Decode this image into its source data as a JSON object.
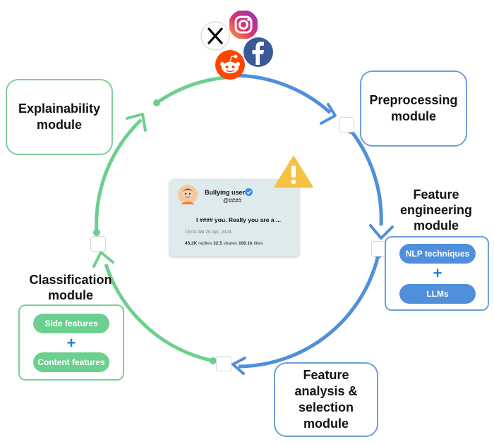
{
  "modules": {
    "explainability": [
      "Explainability",
      "module"
    ],
    "preprocessing": [
      "Preprocessing",
      "module"
    ],
    "feature_engineering": [
      "Feature",
      "engineering",
      "module"
    ],
    "feature_analysis": [
      "Feature",
      "analysis &",
      "selection",
      "module"
    ],
    "classification": [
      "Classification",
      "module"
    ]
  },
  "feature_engineering_methods": {
    "first": "NLP techniques",
    "plus": "+",
    "second": "LLMs"
  },
  "classification_features": {
    "first": "Side features",
    "plus": "+",
    "second": "Content features"
  },
  "tweet": {
    "username": "Bullying user",
    "handle": "@####",
    "text": "I #### you. Really you are a ...",
    "timestamp": "10:03 AM 20 Apr, 2024",
    "replies_count": "45.2K",
    "replies_label": "replies",
    "shares_count": "32.5",
    "shares_label": "shares",
    "likes_count": "100.1k",
    "likes_label": "likes"
  },
  "social_icons": [
    "x-icon",
    "instagram-icon",
    "facebook-icon",
    "reddit-icon"
  ],
  "warning_icon": "warning-icon",
  "colors": {
    "green": "#6dcf8f",
    "blue": "#4f8fdc",
    "warning": "#f5c242"
  }
}
